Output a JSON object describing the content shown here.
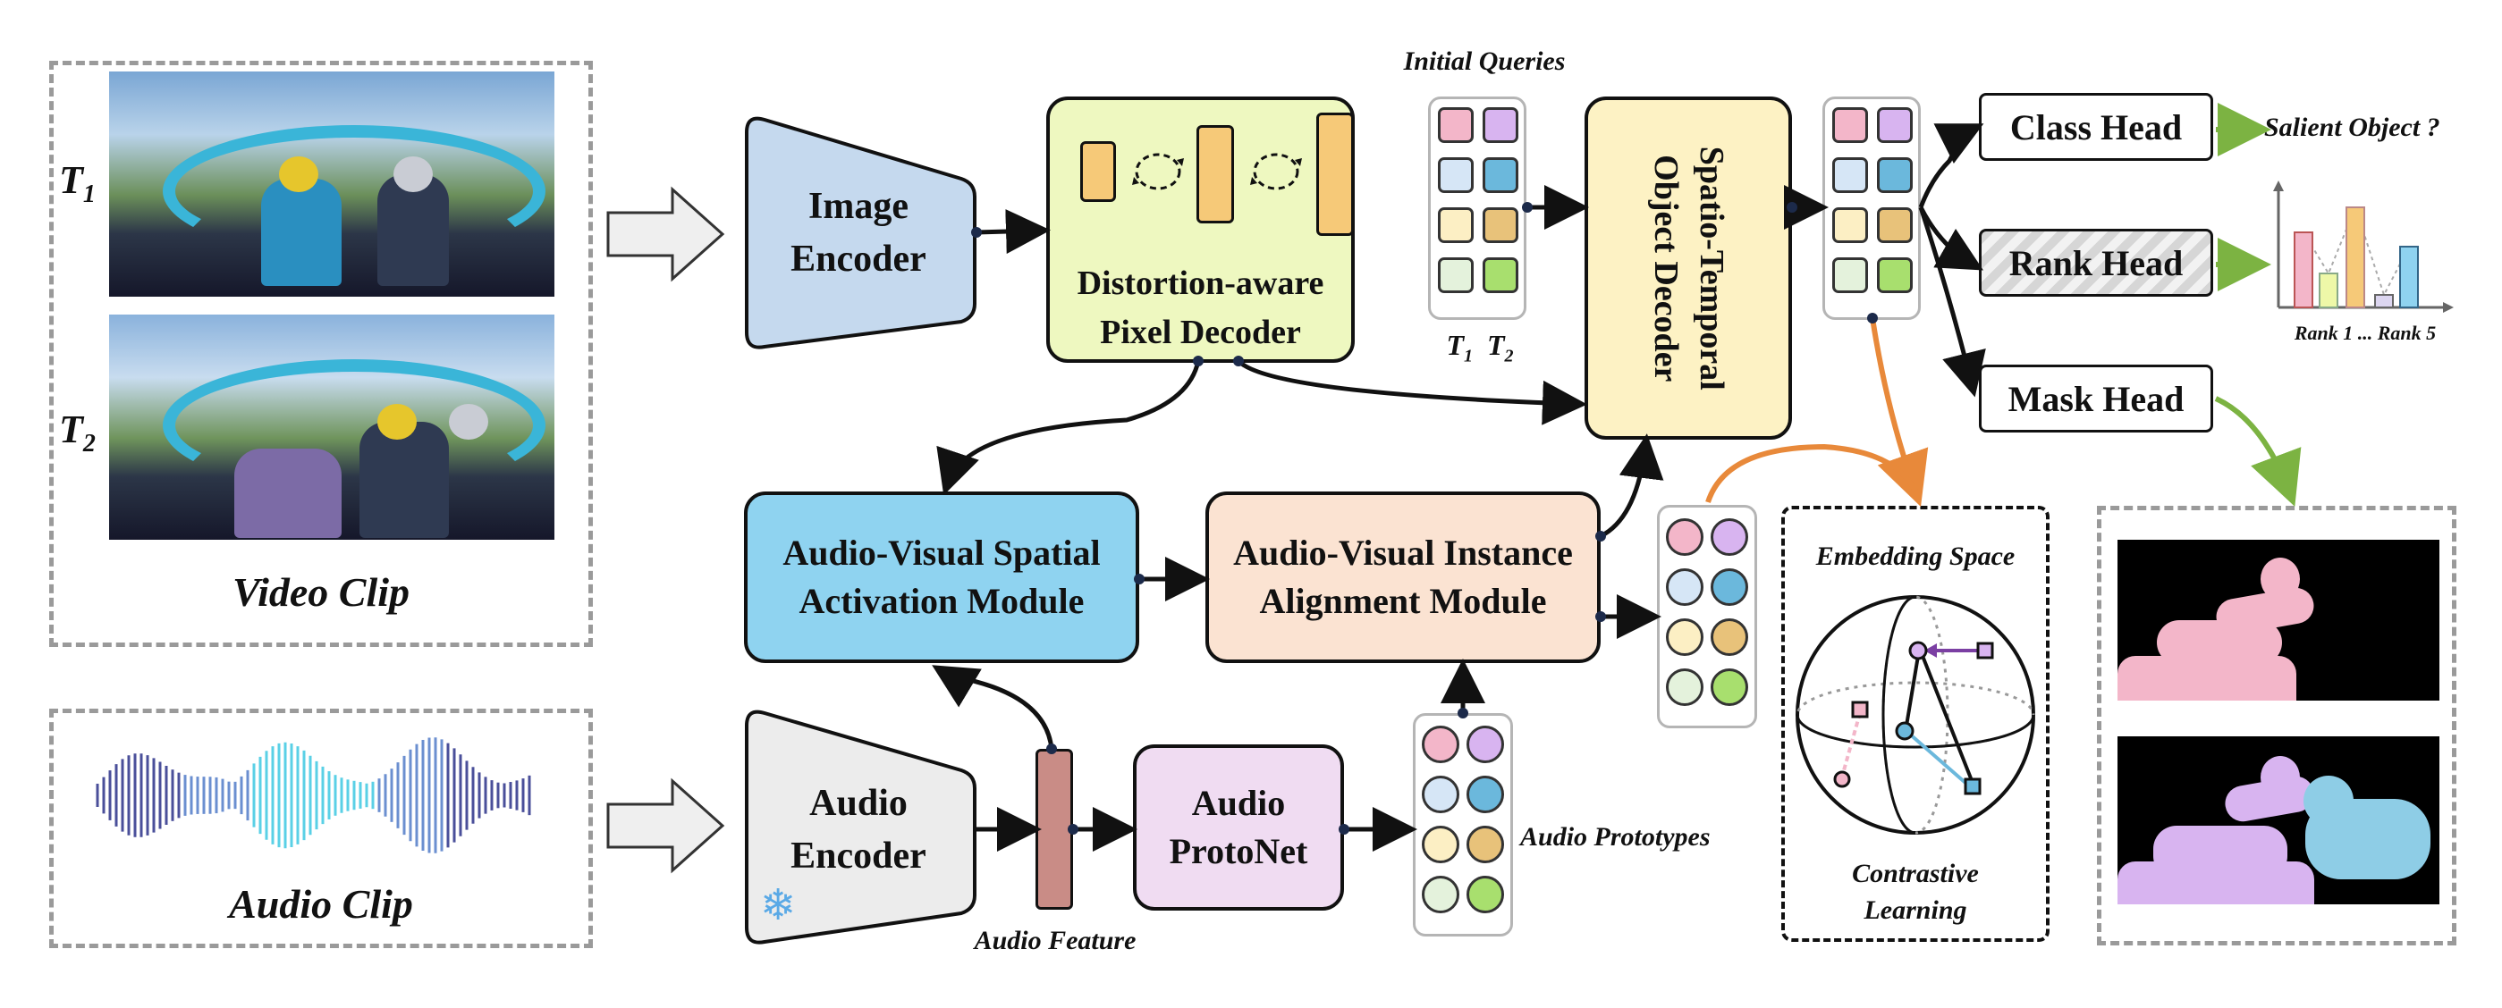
{
  "video": {
    "t1": "T",
    "t1_sub": "1",
    "t2": "T",
    "t2_sub": "2",
    "label": "Video Clip"
  },
  "audio": {
    "label": "Audio Clip"
  },
  "modules": {
    "image_encoder": [
      "Image",
      "Encoder"
    ],
    "pixel_decoder": [
      "Distortion-aware",
      "Pixel Decoder"
    ],
    "object_decoder": [
      "Spatio-Temporal",
      "Object Decoder"
    ],
    "spatial_activation": [
      "Audio-Visual Spatial",
      "Activation Module"
    ],
    "instance_alignment": [
      "Audio-Visual Instance",
      "Alignment Module"
    ],
    "audio_encoder": [
      "Audio",
      "Encoder"
    ],
    "protonet": [
      "Audio",
      "ProtoNet"
    ]
  },
  "labels": {
    "initial_queries": "Initial Queries",
    "q_t1": "T",
    "q_t1_sub": "1",
    "q_t2": "T",
    "q_t2_sub": "2",
    "audio_feature": "Audio Feature",
    "audio_prototypes": "Audio Prototypes",
    "embedding_space": "Embedding Space",
    "contrastive": [
      "Contrastive",
      "Learning"
    ],
    "salient_object": "Salient Object ?",
    "rank_axis": "Rank 1  ...  Rank 5"
  },
  "heads": {
    "class": "Class Head",
    "rank": "Rank Head",
    "mask": "Mask Head"
  },
  "colors": {
    "image_encoder": "#c5d9ee",
    "pixel_decoder": "#eef8c0",
    "object_decoder": "#fdf2c4",
    "spatial_activation": "#8fd3f0",
    "instance_alignment": "#fbe3d2",
    "audio_encoder": "#ececec",
    "protonet": "#f0dcf2",
    "audio_feature": "#c98c86",
    "orange_arrow": "#e8893a",
    "green_arrow": "#7cb342",
    "pink": "#f3b6c9",
    "purple": "#d8b4f0",
    "lightblue": "#d6e6f6",
    "blue": "#6bb8dc",
    "cream": "#fcefc4",
    "gold": "#e8c27a",
    "lightgreen": "#e4f2dc",
    "green": "#a8df6e"
  },
  "icons": {
    "snowflake": "snowflake-icon",
    "rotate": "rotate-arrows-icon"
  }
}
